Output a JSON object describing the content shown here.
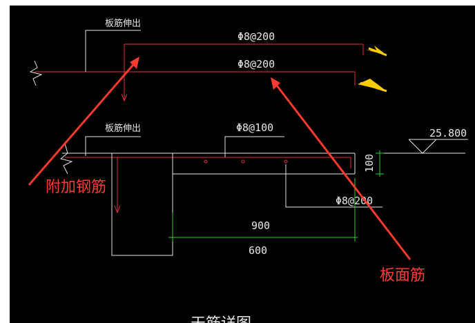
{
  "drawing": {
    "background_color": "#000000",
    "line_color": "#e6e6e6",
    "rebar_color": "#e0303a",
    "dimension_color": "#2fd12f",
    "arrow_color": "#ff3b30",
    "marker_color": "#ffcc00",
    "labels": {
      "slab_extend_top": "板筋伸出",
      "slab_extend_mid": "板筋伸出",
      "rebar_top_1": "Φ8@200",
      "rebar_top_2": "Φ8@200",
      "rebar_mid": "Φ8@100",
      "rebar_right": "Φ8@200",
      "elevation": "25.800",
      "dim_vertical": "100",
      "dim_900": "900",
      "dim_600": "600",
      "bottom_title_partial": "天筋详图"
    },
    "callouts": {
      "additional_rebar": "附加钢筋",
      "slab_surface_rebar": "板面筋"
    }
  }
}
